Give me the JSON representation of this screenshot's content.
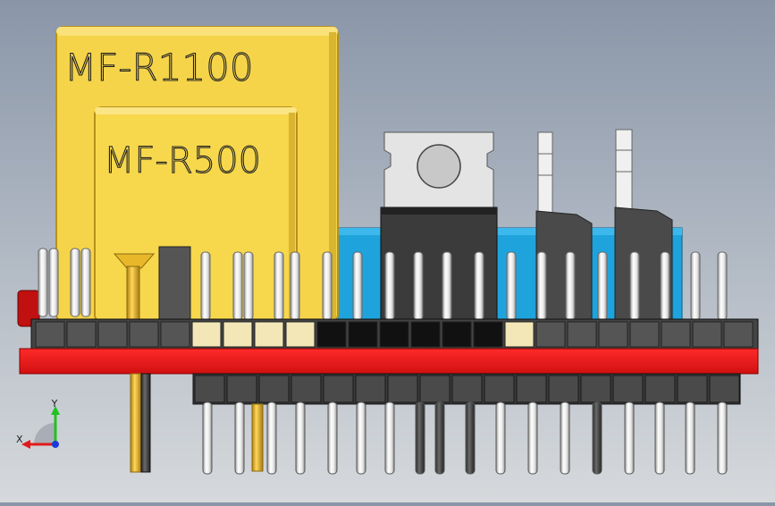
{
  "viewport": {
    "title": "3D model front view"
  },
  "labels": {
    "fuse_large": "MF-R1100",
    "fuse_small": "MF-R500"
  },
  "triad": {
    "y_label": "Y",
    "x_label": "X"
  },
  "colors": {
    "pcb": "#e8141c",
    "fuse": "#f5d44a",
    "fuse_outline": "#c8a020",
    "pin_white": "#f2f2f2",
    "pin_gold": "#e8b82a",
    "header_black": "#1a1a1a",
    "header_gray": "#555555",
    "connector_blue": "#1fa3dd",
    "regulator_dark": "#3b3b3b",
    "tab_light": "#e4e4e4",
    "triad_y": "#1fc21f",
    "triad_x": "#e01a1a",
    "triad_z": "#1a3ad8"
  }
}
